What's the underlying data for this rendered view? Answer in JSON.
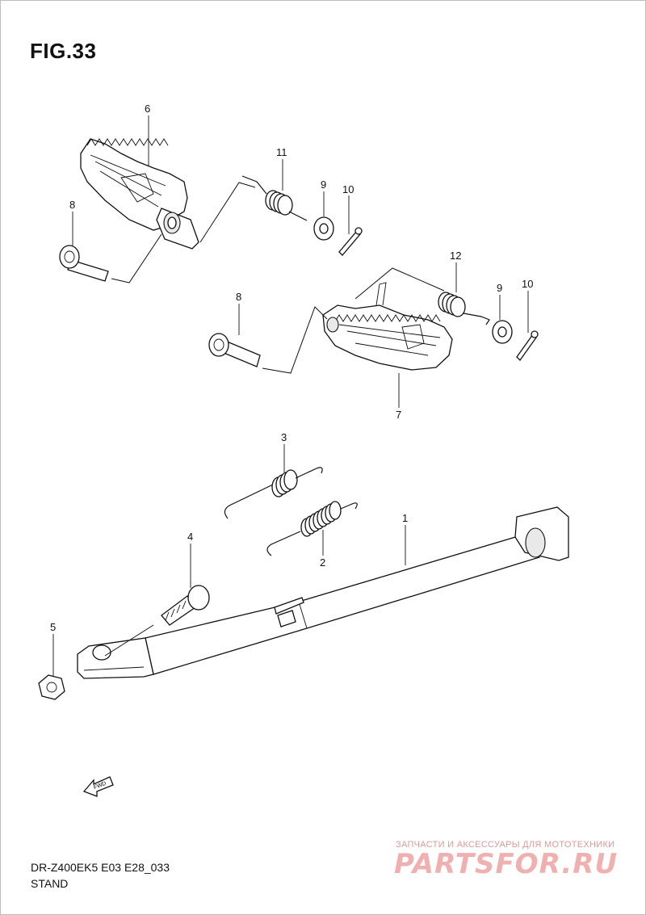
{
  "figure": {
    "title": "FIG.33"
  },
  "callouts": [
    {
      "id": "c6",
      "label": "6"
    },
    {
      "id": "c11",
      "label": "11"
    },
    {
      "id": "c9a",
      "label": "9"
    },
    {
      "id": "c10a",
      "label": "10"
    },
    {
      "id": "c8a",
      "label": "8"
    },
    {
      "id": "c12",
      "label": "12"
    },
    {
      "id": "c9b",
      "label": "9"
    },
    {
      "id": "c10b",
      "label": "10"
    },
    {
      "id": "c8b",
      "label": "8"
    },
    {
      "id": "c7",
      "label": "7"
    },
    {
      "id": "c3",
      "label": "3"
    },
    {
      "id": "c1",
      "label": "1"
    },
    {
      "id": "c4",
      "label": "4"
    },
    {
      "id": "c2",
      "label": "2"
    },
    {
      "id": "c5",
      "label": "5"
    }
  ],
  "fwd_label": "FWD",
  "footer": {
    "model_code": "DR-Z400EK5 E03 E28_033",
    "section_name": "STAND"
  },
  "watermark": {
    "tagline": "ЗАПЧАСТИ И АКСЕССУАРЫ ДЛЯ МОТОТЕХНИКИ",
    "logo_text": "PARTSFOR.RU"
  }
}
